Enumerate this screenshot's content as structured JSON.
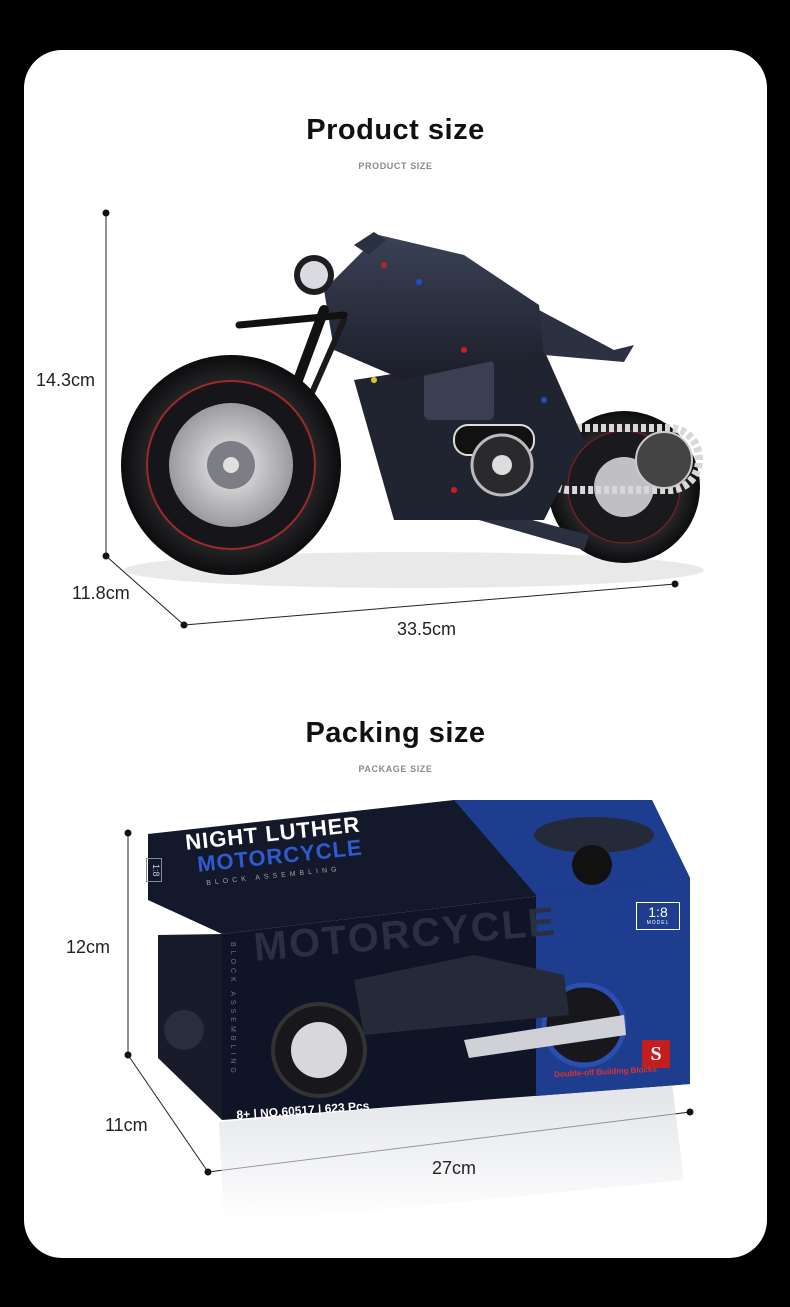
{
  "product": {
    "title": "Product size",
    "subtitle": "PRODUCT SIZE",
    "dims": {
      "height": "14.3cm",
      "depth": "11.8cm",
      "length": "33.5cm"
    }
  },
  "packing": {
    "title": "Packing size",
    "subtitle": "PACKAGE SIZE",
    "dims": {
      "height": "12cm",
      "depth": "11cm",
      "length": "27cm"
    }
  },
  "box": {
    "name_line1": "NIGHT LUTHER",
    "name_line2": "MOTORCYCLE",
    "tagline": "BLOCK ASSEMBLING",
    "watermark": "MOTORCYCLE",
    "scale": "1:8",
    "scale_sub": "MODEL",
    "side_scale": "1:8",
    "side_text": "BLOCK ASSEMBLING",
    "info": "8+ | NO.60517 | 623 Pcs",
    "brand_logo": "S",
    "brand_text": "Double-off Building Blocks",
    "colors": {
      "front": "#0f1426",
      "band": "#1e3d8f",
      "top": "#15192b",
      "side": "#171b2a"
    }
  }
}
